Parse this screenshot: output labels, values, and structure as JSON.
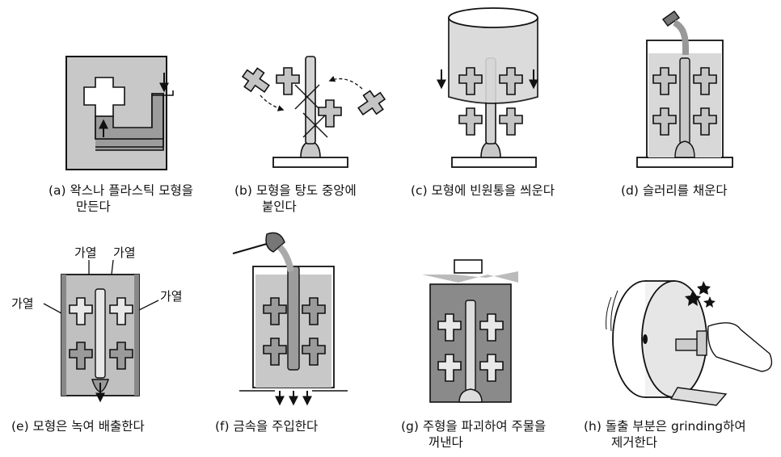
{
  "panels": [
    {
      "id": "a",
      "line1": "(a) 왁스나 플라스틱 모형을",
      "line2": "만든다"
    },
    {
      "id": "b",
      "line1": "(b) 모형을 탕도 중앙에",
      "line2": "붙인다"
    },
    {
      "id": "c",
      "line1": "(c) 모형에 빈원통을 씌운다",
      "line2": ""
    },
    {
      "id": "d",
      "line1": "(d) 슬러리를 채운다",
      "line2": ""
    },
    {
      "id": "e",
      "line1": "(e) 모형은 녹여 배출한다",
      "line2": ""
    },
    {
      "id": "f",
      "line1": "(f) 금속을 주입한다",
      "line2": ""
    },
    {
      "id": "g",
      "line1": "(g) 주형을 파괴하여 주물을",
      "line2": "꺼낸다"
    },
    {
      "id": "h",
      "line1": "(h) 돌출 부분은 grinding하여",
      "line2": "제거한다"
    }
  ],
  "heating_labels": [
    "가열",
    "가열",
    "가열",
    "가열"
  ],
  "colors": {
    "stroke": "#111111",
    "gray": "#a8a8a8",
    "light": "#d8d8d8",
    "mold": "#c8c8c8",
    "white": "#ffffff"
  }
}
